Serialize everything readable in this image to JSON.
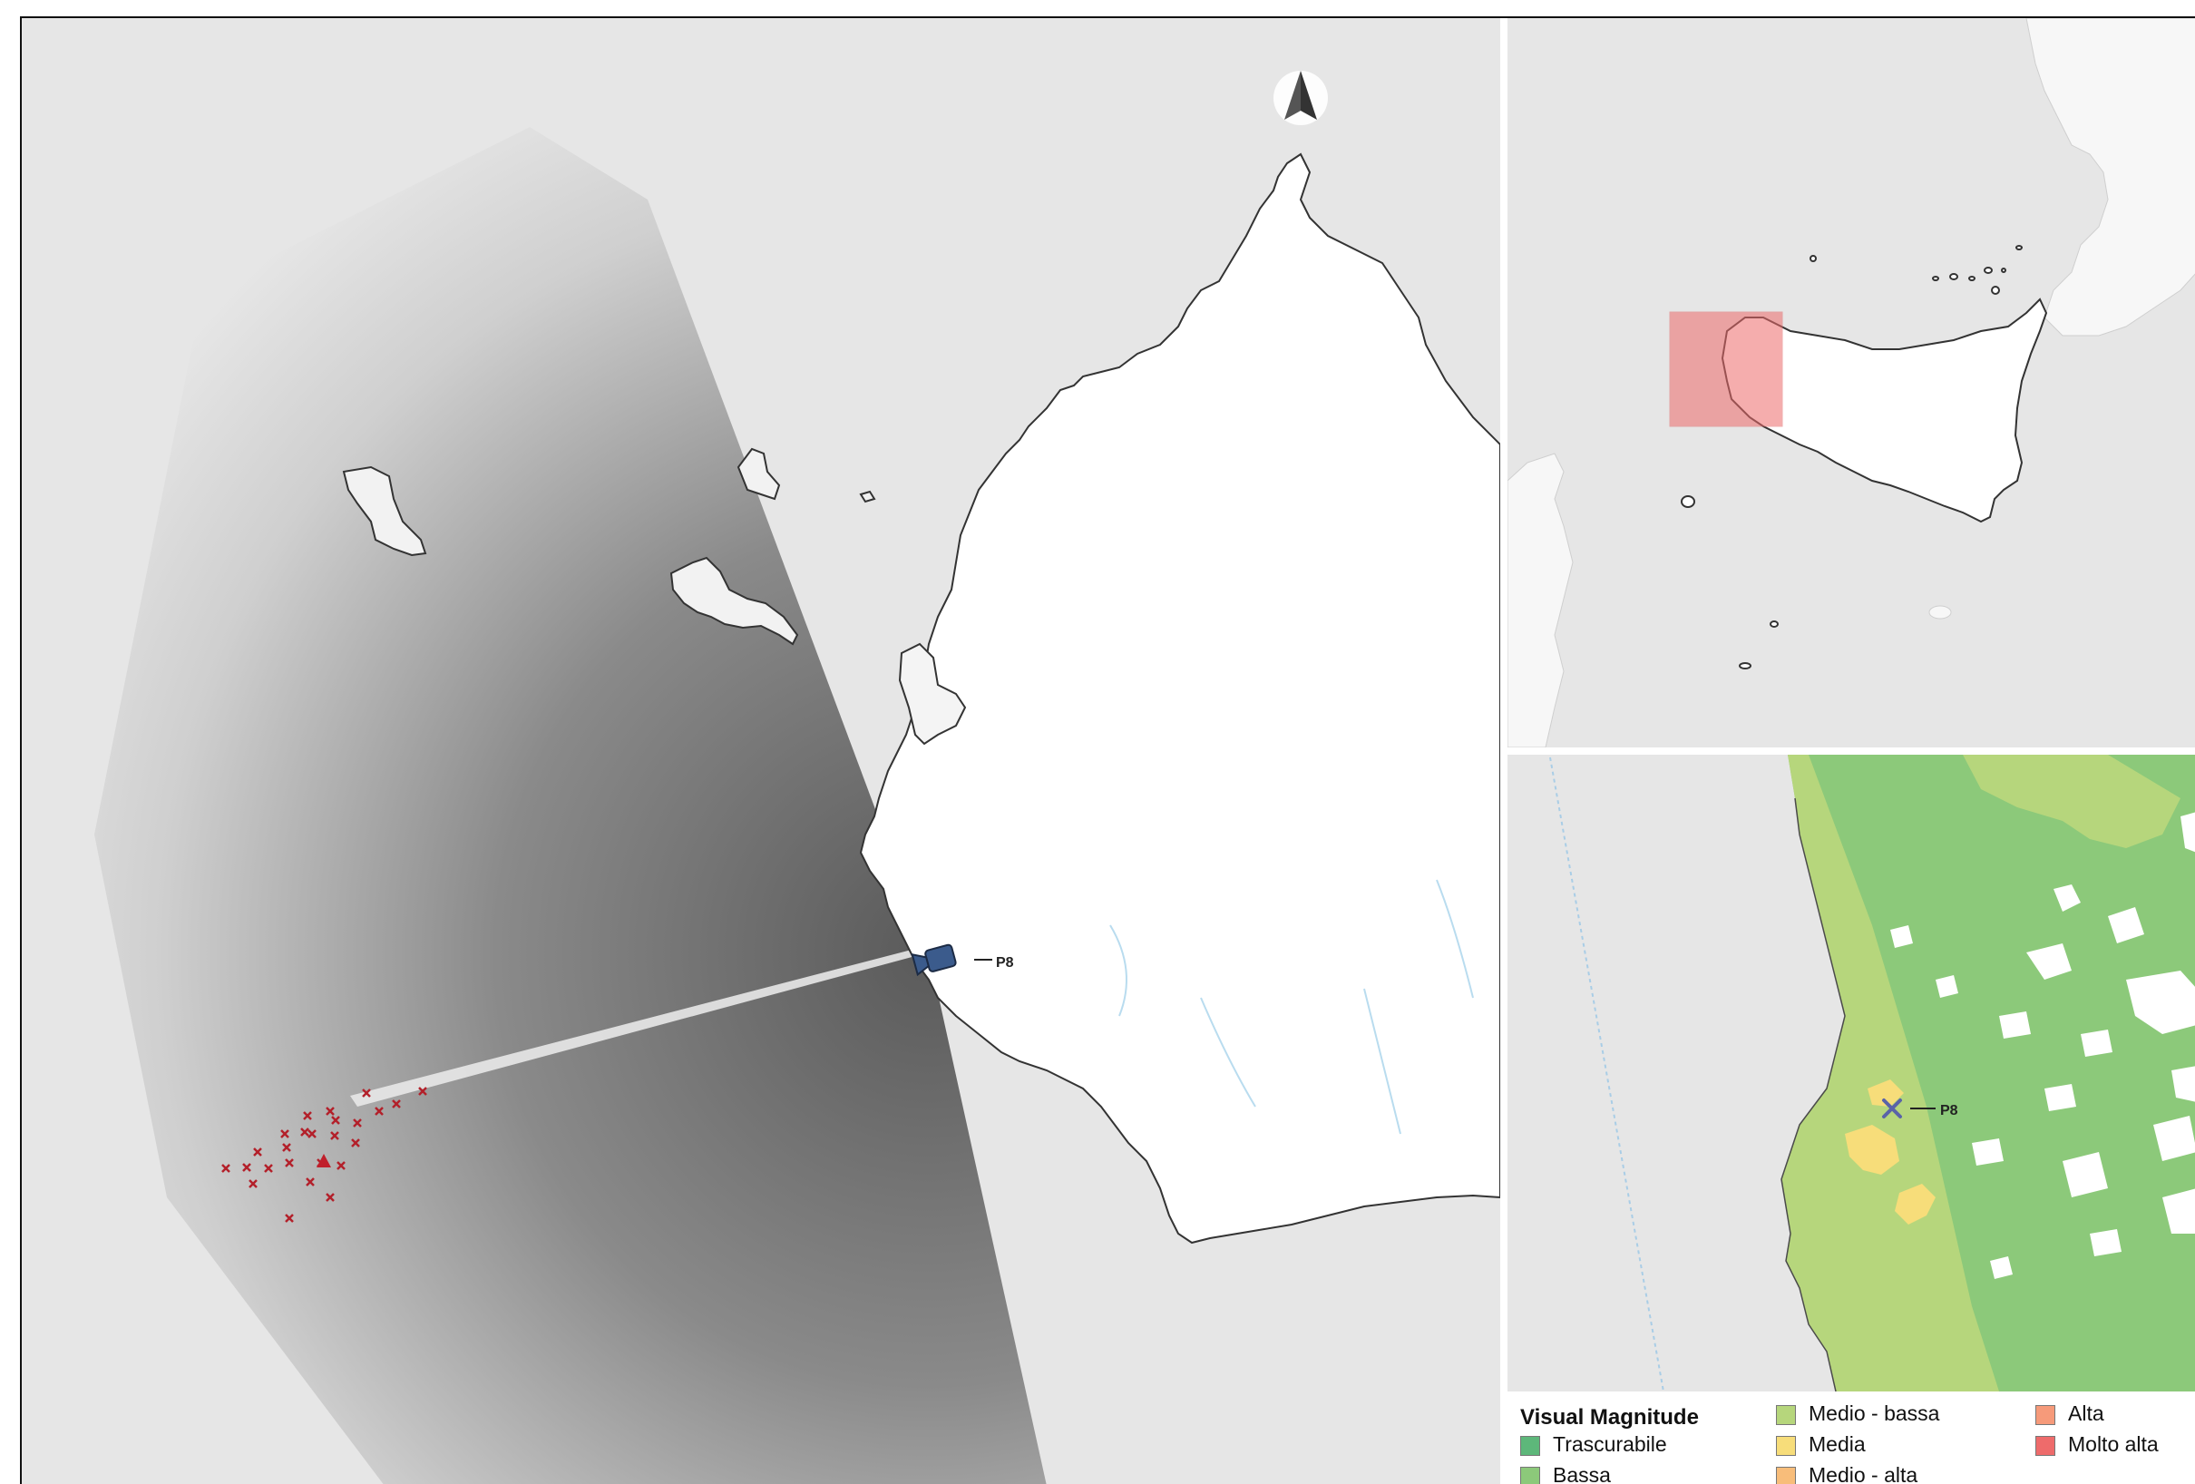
{
  "main_map": {
    "viewpoint_label": "P8",
    "turbine_count": 25,
    "colors": {
      "sea": "#e6e6e6",
      "land": "#ffffff",
      "coast": "#333333",
      "turbine": "#b3202a",
      "camera": "#3b5b8c"
    }
  },
  "inset_detail": {
    "viewpoint_label": "P8"
  },
  "legend": {
    "title": "Visual Magnitude",
    "items": [
      {
        "label": "Trascurabile",
        "color": "#5db77a"
      },
      {
        "label": "Bassa",
        "color": "#8cc97a"
      },
      {
        "label": "Medio - bassa",
        "color": "#b6d67c"
      },
      {
        "label": "Media",
        "color": "#f7dd7a"
      },
      {
        "label": "Medio - alta",
        "color": "#f8bd7a"
      },
      {
        "label": "Alta",
        "color": "#f69a7a"
      },
      {
        "label": "Molto alta",
        "color": "#ee6b6b"
      }
    ]
  },
  "icons": [
    "north-arrow-icon",
    "camera-icon",
    "turbine-marker-icon",
    "viewpoint-cross-icon"
  ]
}
